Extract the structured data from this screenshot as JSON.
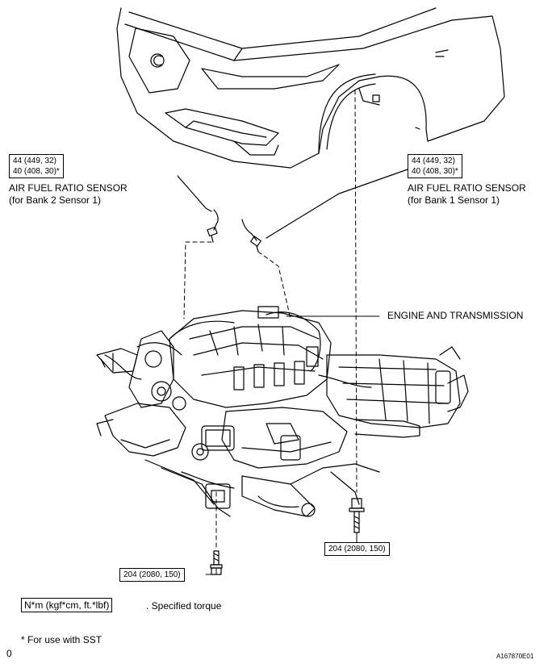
{
  "torque_boxes": {
    "bank2": {
      "line1": "44 (449, 32)",
      "line2": "40 (408, 30)*"
    },
    "bank1": {
      "line1": "44 (449, 32)",
      "line2": "40 (408, 30)*"
    },
    "right_bolt": "204 (2080, 150)",
    "left_bolt": "204 (2080, 150)"
  },
  "labels": {
    "bank2_sensor": {
      "line1": "AIR FUEL RATIO SENSOR",
      "line2": "(for Bank 2 Sensor 1)"
    },
    "bank1_sensor": {
      "line1": "AIR FUEL RATIO SENSOR",
      "line2": "(for Bank 1 Sensor 1)"
    },
    "engine": "ENGINE AND TRANSMISSION"
  },
  "legend": {
    "unit_box": "N*m (kgf*cm, ft.*lbf)",
    "unit_text": ". Specified torque",
    "sst_note": "* For use with SST"
  },
  "footer": {
    "left_mark": "0",
    "figure_id": "A167870E01"
  },
  "colors": {
    "line": "#000000",
    "background": "#ffffff"
  }
}
